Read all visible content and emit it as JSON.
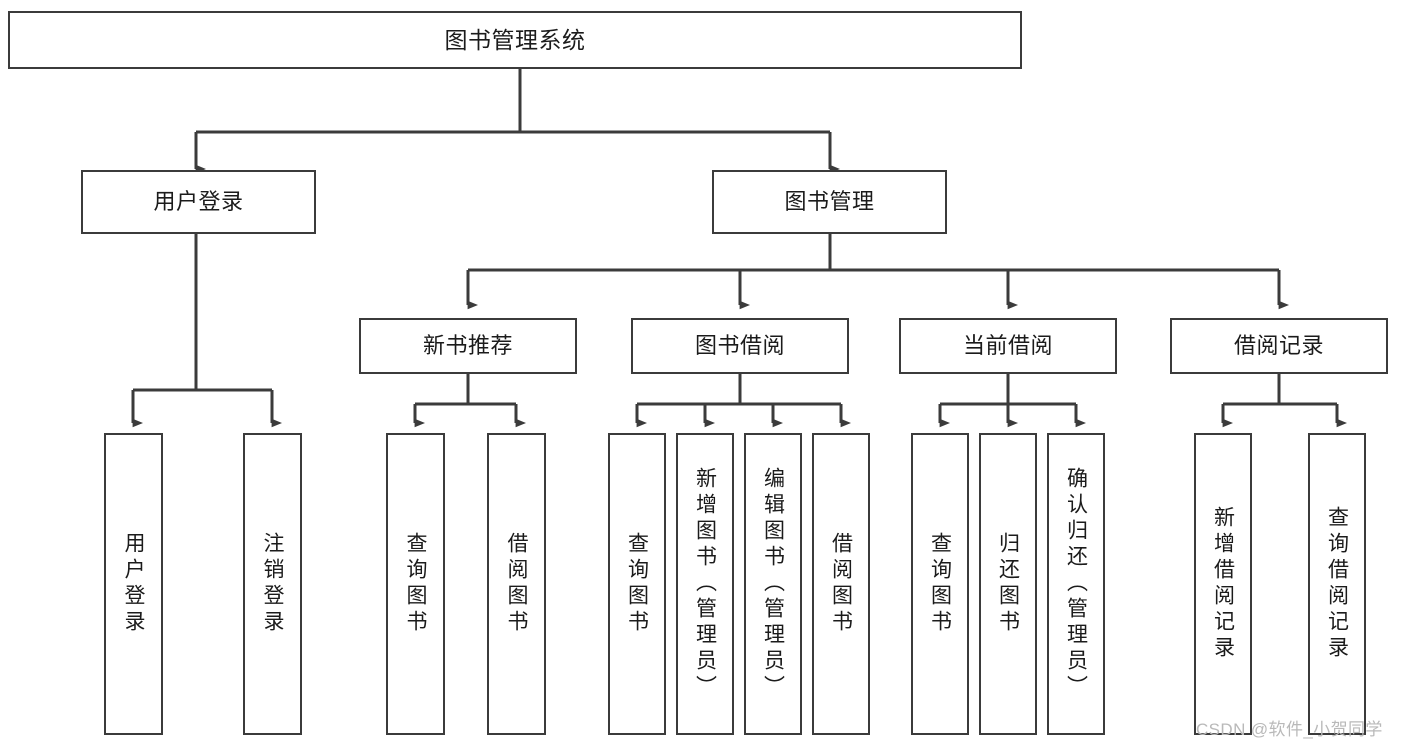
{
  "diagram": {
    "title": "图书管理系统",
    "type": "tree-hierarchy-chart",
    "colors": {
      "box_border": "#3b3b3b",
      "box_fill": "#ffffff",
      "connector": "#3b3b3b",
      "text": "#1b1b1b",
      "watermark": "#b9b9b9",
      "background": "#ffffff"
    },
    "levels": {
      "level1": [
        {
          "id": "root",
          "label": "图书管理系统",
          "orientation": "horizontal"
        }
      ],
      "level2": [
        {
          "id": "user-login",
          "label": "用户登录",
          "orientation": "horizontal"
        },
        {
          "id": "book-manage",
          "label": "图书管理",
          "orientation": "horizontal"
        }
      ],
      "level3": [
        {
          "id": "new-book-recommend",
          "label": "新书推荐",
          "orientation": "horizontal",
          "parent": "book-manage"
        },
        {
          "id": "book-borrow",
          "label": "图书借阅",
          "orientation": "horizontal",
          "parent": "book-manage"
        },
        {
          "id": "current-borrow",
          "label": "当前借阅",
          "orientation": "horizontal",
          "parent": "book-manage"
        },
        {
          "id": "borrow-record",
          "label": "借阅记录",
          "orientation": "horizontal",
          "parent": "book-manage"
        }
      ],
      "level4": [
        {
          "id": "leaf-user-login",
          "label": "用户登录",
          "orientation": "vertical",
          "parent": "user-login"
        },
        {
          "id": "leaf-logout-login",
          "label": "注销登录",
          "orientation": "vertical",
          "parent": "user-login"
        },
        {
          "id": "leaf-query-book-a",
          "label": "查询图书",
          "orientation": "vertical",
          "parent": "new-book-recommend"
        },
        {
          "id": "leaf-borrow-book-a",
          "label": "借阅图书",
          "orientation": "vertical",
          "parent": "new-book-recommend"
        },
        {
          "id": "leaf-query-book-b",
          "label": "查询图书",
          "orientation": "vertical",
          "parent": "book-borrow"
        },
        {
          "id": "leaf-add-book",
          "label": "新增图书（管理员）",
          "orientation": "vertical",
          "parent": "book-borrow"
        },
        {
          "id": "leaf-edit-book",
          "label": "编辑图书（管理员）",
          "orientation": "vertical",
          "parent": "book-borrow"
        },
        {
          "id": "leaf-borrow-book-b",
          "label": "借阅图书",
          "orientation": "vertical",
          "parent": "book-borrow"
        },
        {
          "id": "leaf-query-book-c",
          "label": "查询图书",
          "orientation": "vertical",
          "parent": "current-borrow"
        },
        {
          "id": "leaf-return-book",
          "label": "归还图书",
          "orientation": "vertical",
          "parent": "current-borrow"
        },
        {
          "id": "leaf-confirm-return",
          "label": "确认归还（管理员）",
          "orientation": "vertical",
          "parent": "current-borrow"
        },
        {
          "id": "leaf-add-record",
          "label": "新增借阅记录",
          "orientation": "vertical",
          "parent": "borrow-record"
        },
        {
          "id": "leaf-query-record",
          "label": "查询借阅记录",
          "orientation": "vertical",
          "parent": "borrow-record"
        }
      ]
    },
    "watermark": "CSDN @软件_小贺同学"
  }
}
